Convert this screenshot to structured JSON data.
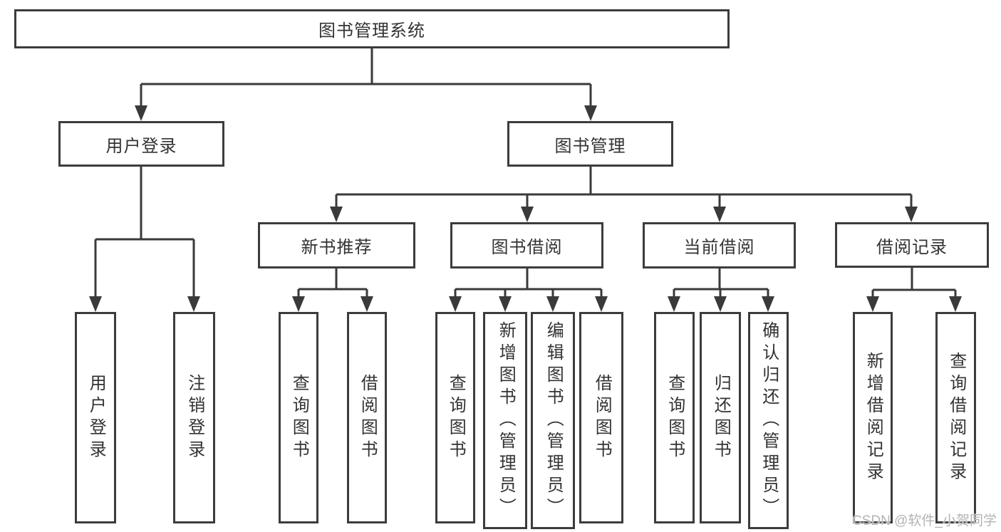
{
  "diagram": {
    "type": "tree",
    "colors": {
      "line": "#3a3a3a",
      "border": "#3c3c3c",
      "text": "#333333",
      "background": "#ffffff"
    },
    "root": {
      "label": "图书管理系统"
    },
    "branches": [
      {
        "label": "用户登录",
        "children": [
          {
            "label": "用户登录"
          },
          {
            "label": "注销登录"
          }
        ]
      },
      {
        "label": "图书管理",
        "children": [
          {
            "label": "新书推荐",
            "children": [
              {
                "label": "查询图书"
              },
              {
                "label": "借阅图书"
              }
            ]
          },
          {
            "label": "图书借阅",
            "children": [
              {
                "label": "查询图书"
              },
              {
                "label": "新增图书（管理员）"
              },
              {
                "label": "编辑图书（管理员）"
              },
              {
                "label": "借阅图书"
              }
            ]
          },
          {
            "label": "当前借阅",
            "children": [
              {
                "label": "查询图书"
              },
              {
                "label": "归还图书"
              },
              {
                "label": "确认归还（管理员）"
              }
            ]
          },
          {
            "label": "借阅记录",
            "children": [
              {
                "label": "新增借阅记录"
              },
              {
                "label": "查询借阅记录"
              }
            ]
          }
        ]
      }
    ]
  },
  "watermark": {
    "text": "CSDN @软件_小贺同学",
    "color": "#b3b3b3"
  }
}
